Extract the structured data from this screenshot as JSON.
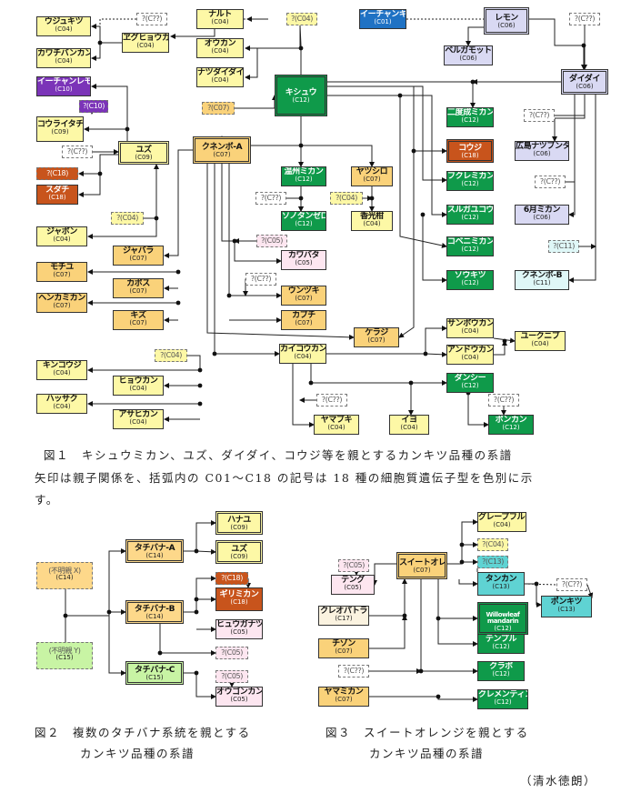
{
  "colors": {
    "C04": "#fdf8a6",
    "C05": "#fde6f0",
    "C06": "#d9d9f3",
    "C07": "#fad27a",
    "C09": "#fdf8a6",
    "C10": "#7b34b8",
    "C11": "#dff7f7",
    "C12": "#0f9a4a",
    "C13": "#5fd3d3",
    "C14": "#fdd88a",
    "C15": "#c8f4a4",
    "C17": "#fbf3e0",
    "C18": "#c8541c",
    "C01": "#1f72c4",
    "unk": "#ffffff"
  },
  "fig1": {
    "nodes": [
      {
        "id": "ujukitsu",
        "name": "ウジュキツ",
        "code": "(C04)",
        "cc": "C04"
      },
      {
        "id": "kawachi",
        "name": "カワチバンカン",
        "code": "(C04)",
        "cc": "C04"
      },
      {
        "id": "egyoku",
        "name": "ヱグヒョウカン",
        "code": "(C04)",
        "cc": "C04"
      },
      {
        "id": "q_top1",
        "name": "?(C??)",
        "code": "",
        "cc": "unk",
        "dash": true
      },
      {
        "id": "naruto",
        "name": "ナルト",
        "code": "(C04)",
        "cc": "C04"
      },
      {
        "id": "ookan",
        "name": "オウカン",
        "code": "(C04)",
        "cc": "C04"
      },
      {
        "id": "natsudaidai",
        "name": "ナツダイダイ",
        "code": "(C04)",
        "cc": "C04"
      },
      {
        "id": "q_c04top",
        "name": "?(C04)",
        "code": "",
        "cc": "C04",
        "dash": true
      },
      {
        "id": "ichang",
        "name": "イーチャンレモン",
        "code": "(C10)",
        "cc": "C10",
        "inv": true
      },
      {
        "id": "q_c10",
        "name": "?(C10)",
        "code": "",
        "cc": "C10",
        "dash": true,
        "inv": true
      },
      {
        "id": "kouraitachi",
        "name": "コウライタチバナ",
        "code": "(C09)",
        "cc": "C09"
      },
      {
        "id": "q_c07a",
        "name": "?(C07)",
        "code": "",
        "cc": "C07",
        "dash": true
      },
      {
        "id": "kishu",
        "name": "キシュウ",
        "code": "(C12)",
        "cc": "C12",
        "inv": true,
        "dbl": true
      },
      {
        "id": "ichanki",
        "name": "イーチャンキー",
        "code": "(C01)",
        "cc": "C01",
        "inv": true
      },
      {
        "id": "lemon",
        "name": "レモン",
        "code": "(C06)",
        "cc": "C06",
        "dbl": true
      },
      {
        "id": "q_lemon",
        "name": "?(C??)",
        "code": "",
        "cc": "unk",
        "dash": true
      },
      {
        "id": "bergamot",
        "name": "ベルガモット",
        "code": "(C06)",
        "cc": "C06"
      },
      {
        "id": "daidai",
        "name": "ダイダイ",
        "code": "(C06)",
        "cc": "C06",
        "dbl": true
      },
      {
        "id": "q_y",
        "name": "?(C??)",
        "code": "",
        "cc": "unk",
        "dash": true
      },
      {
        "id": "yuzu",
        "name": "ユズ",
        "code": "(C09)",
        "cc": "C09",
        "dbl": true
      },
      {
        "id": "q_c18",
        "name": "?(C18)",
        "code": "",
        "cc": "C18",
        "dash": true,
        "inv": true
      },
      {
        "id": "sudachi",
        "name": "スダチ",
        "code": "(C18)",
        "cc": "C18",
        "inv": true
      },
      {
        "id": "q_c04y",
        "name": "?(C04)",
        "code": "",
        "cc": "C04",
        "dash": true
      },
      {
        "id": "jabon",
        "name": "ジャボン",
        "code": "(C04)",
        "cc": "C04"
      },
      {
        "id": "kunenbo",
        "name": "クネンボ-A",
        "code": "(C07)",
        "cc": "C07",
        "dbl": true
      },
      {
        "id": "nidoyoshi",
        "name": "二度成ミカン",
        "code": "(C12)",
        "cc": "C12",
        "inv": true
      },
      {
        "id": "q_2",
        "name": "?(C??)",
        "code": "",
        "cc": "unk",
        "dash": true
      },
      {
        "id": "kouji",
        "name": "コウジ",
        "code": "(C18)",
        "cc": "C18",
        "inv": true,
        "dbl": true
      },
      {
        "id": "hiroshima",
        "name": "広島ナツブンタン",
        "code": "(C06)",
        "cc": "C06"
      },
      {
        "id": "unshu",
        "name": "温州ミカン",
        "code": "(C12)",
        "cc": "C12",
        "inv": true
      },
      {
        "id": "yatsushiro",
        "name": "ヤツシロ",
        "code": "(C07)",
        "cc": "C07"
      },
      {
        "id": "fukuremikan",
        "name": "フクレミカン",
        "code": "(C12)",
        "cc": "C12",
        "inv": true
      },
      {
        "id": "q_3",
        "name": "?(C??)",
        "code": "",
        "cc": "unk",
        "dash": true
      },
      {
        "id": "q_4",
        "name": "?(C??)",
        "code": "",
        "cc": "unk",
        "dash": true
      },
      {
        "id": "q_c04b",
        "name": "?(C04)",
        "code": "",
        "cc": "C04",
        "dash": true
      },
      {
        "id": "sono",
        "name": "ソノタンゼロ",
        "code": "(C12)",
        "cc": "C12",
        "inv": true
      },
      {
        "id": "koukou",
        "name": "香光柑",
        "code": "(C04)",
        "cc": "C04"
      },
      {
        "id": "suruga",
        "name": "スルガユコウ",
        "code": "(C12)",
        "cc": "C12",
        "inv": true
      },
      {
        "id": "rokugatsu",
        "name": "6月ミカン",
        "code": "(C06)",
        "cc": "C06"
      },
      {
        "id": "q_c05",
        "name": "?(C05)",
        "code": "",
        "cc": "C05",
        "dash": true
      },
      {
        "id": "kojimikan",
        "name": "コベニミカン",
        "code": "(C12)",
        "cc": "C12",
        "inv": true
      },
      {
        "id": "q_c11",
        "name": "?(C11)",
        "code": "",
        "cc": "C11",
        "dash": true
      },
      {
        "id": "jabara",
        "name": "ジャバラ",
        "code": "(C07)",
        "cc": "C07"
      },
      {
        "id": "kawabata",
        "name": "カワバタ",
        "code": "(C05)",
        "cc": "C05"
      },
      {
        "id": "mochiyu",
        "name": "モチユ",
        "code": "(C07)",
        "cc": "C07"
      },
      {
        "id": "kabosu",
        "name": "カボス",
        "code": "(C07)",
        "cc": "C07"
      },
      {
        "id": "q_5",
        "name": "?(C??)",
        "code": "",
        "cc": "unk",
        "dash": true
      },
      {
        "id": "sokitsu",
        "name": "ソウキツ",
        "code": "(C12)",
        "cc": "C12",
        "inv": true
      },
      {
        "id": "kunenbob",
        "name": "クネンボ-B",
        "code": "(C11)",
        "cc": "C11"
      },
      {
        "id": "henka",
        "name": "ヘンカミカン",
        "code": "(C07)",
        "cc": "C07"
      },
      {
        "id": "unzuki",
        "name": "ウンヅキ",
        "code": "(C07)",
        "cc": "C07"
      },
      {
        "id": "kizu",
        "name": "キズ",
        "code": "(C07)",
        "cc": "C07"
      },
      {
        "id": "kabuchi",
        "name": "カブチ",
        "code": "(C07)",
        "cc": "C07"
      },
      {
        "id": "sanbokan",
        "name": "サンボウカン",
        "code": "(C04)",
        "cc": "C04"
      },
      {
        "id": "kerajii",
        "name": "ケラジ",
        "code": "(C07)",
        "cc": "C07"
      },
      {
        "id": "yukunibu",
        "name": "ユークニブ",
        "code": "(C04)",
        "cc": "C04"
      },
      {
        "id": "q_c04c",
        "name": "?(C04)",
        "code": "",
        "cc": "C04",
        "dash": true
      },
      {
        "id": "kaikoukan",
        "name": "カイコウカン",
        "code": "(C04)",
        "cc": "C04"
      },
      {
        "id": "andokan",
        "name": "アンドウカン",
        "code": "(C04)",
        "cc": "C04"
      },
      {
        "id": "kinkouji",
        "name": "キンコウジ",
        "code": "(C04)",
        "cc": "C04"
      },
      {
        "id": "hyoukan",
        "name": "ヒョウカン",
        "code": "(C04)",
        "cc": "C04"
      },
      {
        "id": "danshi",
        "name": "ダンシー",
        "code": "(C12)",
        "cc": "C12",
        "inv": true
      },
      {
        "id": "hassaku",
        "name": "ハッサク",
        "code": "(C04)",
        "cc": "C04"
      },
      {
        "id": "q_6",
        "name": "?(C??)",
        "code": "",
        "cc": "unk",
        "dash": true
      },
      {
        "id": "q_7",
        "name": "?(C??)",
        "code": "",
        "cc": "unk",
        "dash": true
      },
      {
        "id": "asahikan",
        "name": "アサヒカン",
        "code": "(C04)",
        "cc": "C04"
      },
      {
        "id": "yamabuki",
        "name": "ヤマブキ",
        "code": "(C04)",
        "cc": "C04"
      },
      {
        "id": "iyo",
        "name": "イヨ",
        "code": "(C04)",
        "cc": "C04"
      },
      {
        "id": "ponkan",
        "name": "ポンカン",
        "code": "(C12)",
        "cc": "C12",
        "inv": true
      }
    ],
    "caption_line1": "図１　キシュウミカン、ユズ、ダイダイ、コウジ等を親とするカンキツ品種の系譜",
    "caption_line2": "矢印は親子関係を、括弧内の C01～C18 の記号は 18 種の細胞質遺伝子型を色別に示",
    "caption_line3": "す。"
  },
  "fig2": {
    "nodes": [
      {
        "id": "f2_x",
        "name": "(不明親 X)",
        "code": "(C14)",
        "cc": "C14",
        "dash": true
      },
      {
        "id": "f2_y",
        "name": "(不明親 Y)",
        "code": "(C15)",
        "cc": "C15",
        "dash": true
      },
      {
        "id": "tachiA",
        "name": "タチバナ-A",
        "code": "(C14)",
        "cc": "C14",
        "dbl": true
      },
      {
        "id": "tachiB",
        "name": "タチバナ-B",
        "code": "(C14)",
        "cc": "C14",
        "dbl": true
      },
      {
        "id": "tachiC",
        "name": "タチバナ-C",
        "code": "(C15)",
        "cc": "C15",
        "dbl": true
      },
      {
        "id": "hanayu",
        "name": "ハナユ",
        "code": "(C09)",
        "cc": "C09",
        "dbl": true
      },
      {
        "id": "yuzu2",
        "name": "ユズ",
        "code": "(C09)",
        "cc": "C09",
        "dbl": true
      },
      {
        "id": "q2_c18",
        "name": "?(C18)",
        "code": "",
        "cc": "C18",
        "dash": true,
        "inv": true
      },
      {
        "id": "kirimikan",
        "name": "ギリミカン",
        "code": "(C18)",
        "cc": "C18",
        "inv": true
      },
      {
        "id": "hyuga",
        "name": "ヒュウガナツ",
        "code": "(C05)",
        "cc": "C05"
      },
      {
        "id": "q2_c05a",
        "name": "?(C05)",
        "code": "",
        "cc": "C05",
        "dash": true
      },
      {
        "id": "q2_c05b",
        "name": "?(C05)",
        "code": "",
        "cc": "C05",
        "dash": true
      },
      {
        "id": "ogon",
        "name": "オウゴンカン",
        "code": "(C05)",
        "cc": "C05"
      }
    ],
    "caption_line1": "図２　複数のタチバナ系統を親とする",
    "caption_line2": "カンキツ品種の系譜"
  },
  "fig3": {
    "nodes": [
      {
        "id": "sweet",
        "name": "スイートオレンジ",
        "code": "(C07)",
        "cc": "C07",
        "dbl": true
      },
      {
        "id": "grapefruit",
        "name": "グレープフルーツ",
        "code": "(C04)",
        "cc": "C04"
      },
      {
        "id": "q3_c04",
        "name": "?(C04)",
        "code": "",
        "cc": "C04",
        "dash": true
      },
      {
        "id": "q3_c13",
        "name": "?(C13)",
        "code": "",
        "cc": "C13",
        "dash": true
      },
      {
        "id": "q3_c05",
        "name": "?(C05)",
        "code": "",
        "cc": "C05",
        "dash": true
      },
      {
        "id": "tengu",
        "name": "テング",
        "code": "(C05)",
        "cc": "C05"
      },
      {
        "id": "tankan",
        "name": "タンカン",
        "code": "(C13)",
        "cc": "C13"
      },
      {
        "id": "q3_u",
        "name": "?(C??)",
        "code": "",
        "cc": "unk",
        "dash": true
      },
      {
        "id": "ponkitsu",
        "name": "ポンキツ",
        "code": "(C13)",
        "cc": "C13"
      },
      {
        "id": "cleopatra",
        "name": "クレオパトラ",
        "code": "(C17)",
        "cc": "C17"
      },
      {
        "id": "willow",
        "name": "Willowleaf mandarin",
        "code": "(C12)",
        "cc": "C12",
        "inv": true,
        "dbl": true
      },
      {
        "id": "chison",
        "name": "チゾン",
        "code": "(C07)",
        "cc": "C07"
      },
      {
        "id": "temple",
        "name": "テンプル",
        "code": "(C12)",
        "cc": "C12",
        "inv": true
      },
      {
        "id": "q3_u2",
        "name": "?(C??)",
        "code": "",
        "cc": "unk",
        "dash": true
      },
      {
        "id": "clapo",
        "name": "クラポ",
        "code": "(C12)",
        "cc": "C12",
        "inv": true
      },
      {
        "id": "yamamikan",
        "name": "ヤマミカン",
        "code": "(C07)",
        "cc": "C07"
      },
      {
        "id": "clementine",
        "name": "クレメンティン",
        "code": "(C12)",
        "cc": "C12",
        "inv": true
      }
    ],
    "caption_line1": "図３　スイートオレンジを親とする",
    "caption_line2": "カンキツ品種の系譜"
  },
  "credit": "（清水徳朗）"
}
